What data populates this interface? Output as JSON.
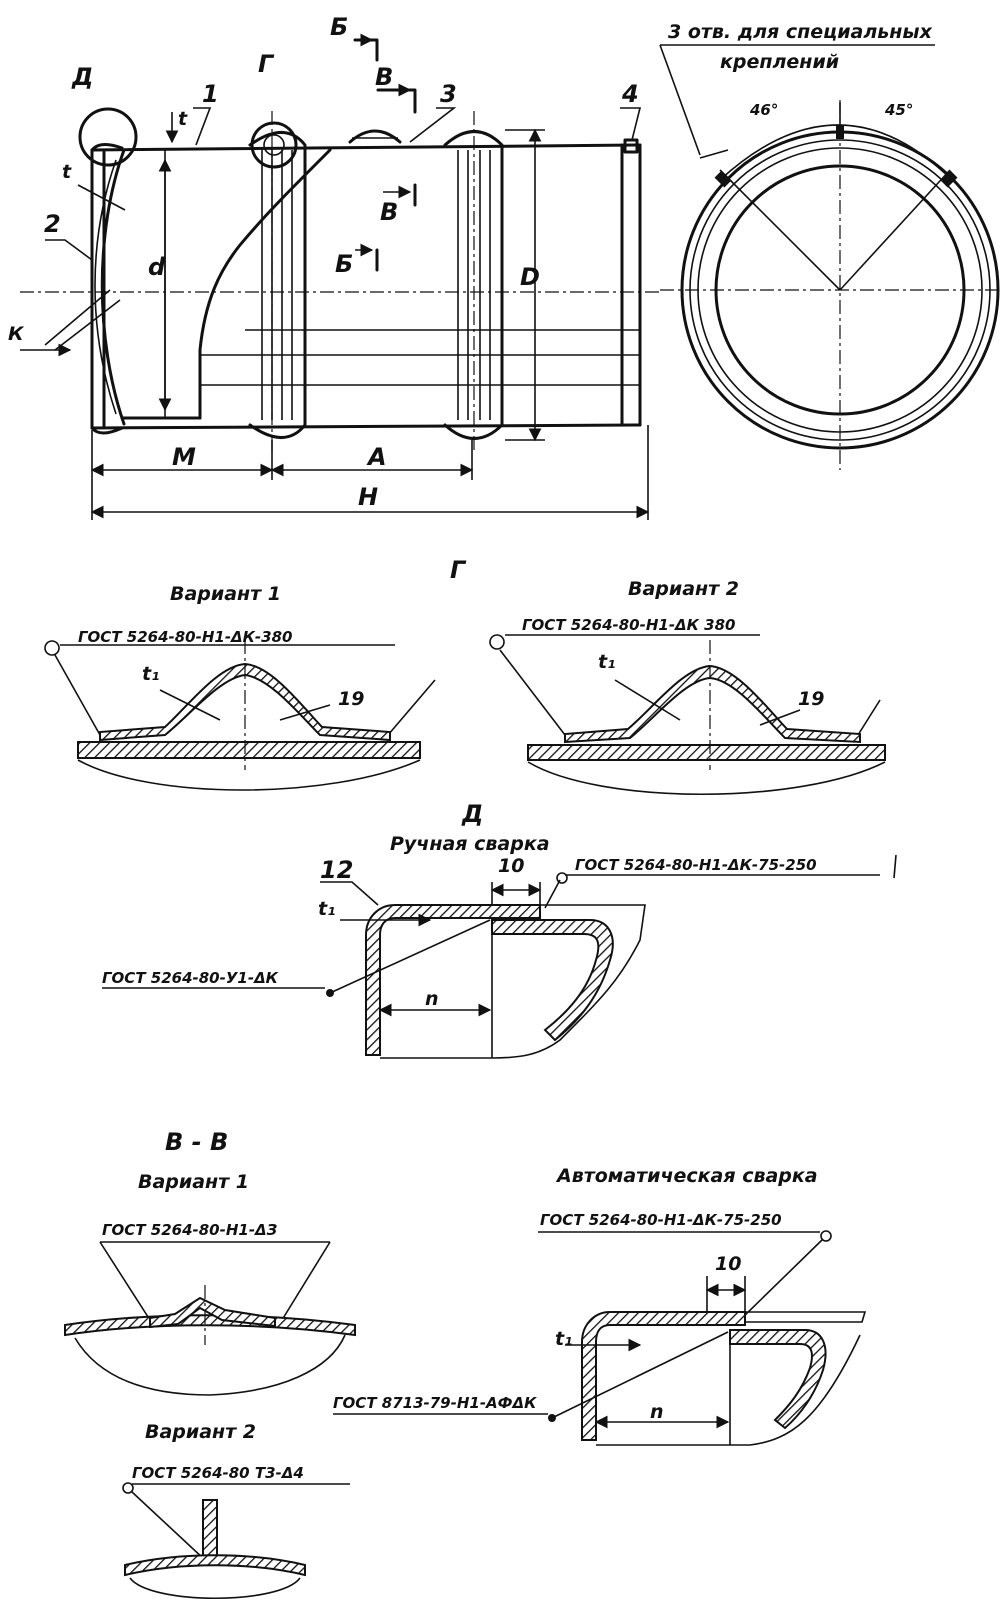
{
  "labels": {
    "callout_D": "Д",
    "callout_G": "Г",
    "callout_B": "Б",
    "callout_V": "В",
    "num_1": "1",
    "num_2": "2",
    "num_3": "3",
    "num_4": "4",
    "dim_t": "t",
    "dim_d": "d",
    "dim_D": "D",
    "dim_K": "К",
    "dim_M": "М",
    "dim_A": "А",
    "dim_H": "Н",
    "holes_note_1": "3 отв. для специальных",
    "holes_note_2": "креплений",
    "angle_46": "46°",
    "angle_45": "45°"
  },
  "section_G": {
    "title": "Г",
    "variant1": "Вариант 1",
    "variant2": "Вариант 2",
    "weld1": "ГОСТ 5264-80-Н1-ΔК-380",
    "weld2": "ГОСТ 5264-80-Н1-ΔК 380",
    "t1": "t₁",
    "n19": "19"
  },
  "section_D": {
    "title": "Д",
    "subtitle": "Ручная сварка",
    "weld_top": "ГОСТ 5264-80-Н1-ΔК-75-250",
    "weld_left": "ГОСТ 5264-80-У1-ΔК",
    "n12": "12",
    "n10": "10",
    "t1": "t₁",
    "n": "n"
  },
  "section_VV": {
    "title": "В - В",
    "variant1": "Вариант 1",
    "weld1": "ГОСТ 5264-80-Н1-ΔЗ",
    "variant2": "Вариант 2",
    "weld2": "ГОСТ 5264-80 Т3-Δ4"
  },
  "section_auto": {
    "title": "Автоматическая сварка",
    "weld_top": "ГОСТ 5264-80-Н1-ΔК-75-250",
    "weld_left": "ГОСТ 8713-79-Н1-АФΔК",
    "n10": "10",
    "t1": "t₁",
    "n": "n"
  }
}
